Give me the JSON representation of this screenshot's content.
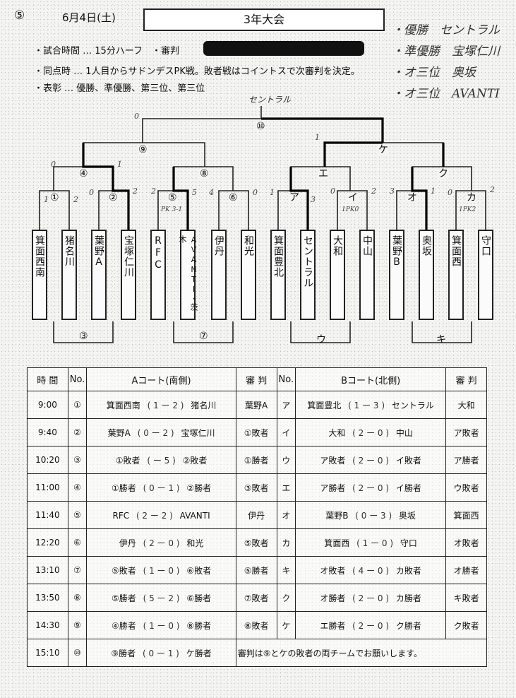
{
  "header": {
    "event_number": "⑤",
    "date": "6月4日(土)",
    "title": "3年大会",
    "rules": [
      "・試合時間 … 15分ハーフ　・審判",
      "・同点時 … 1人目からサドンデスPK戦。敗者戦はコイントスで次審判を決定。",
      "・表彰 … 優勝、準優勝、第三位、第三位"
    ]
  },
  "results_handwritten": [
    {
      "rank": "・優勝",
      "team": "セントラル"
    },
    {
      "rank": "・準優勝",
      "team": "宝塚仁川"
    },
    {
      "rank": "・オ三位",
      "team": "奥坂"
    },
    {
      "rank": "・オ三位",
      "team": "AVANTI"
    }
  ],
  "bracket": {
    "champion_note": "セントラル",
    "final_mark": "⑩",
    "semi_left": "⑨",
    "semi_right": "ケ",
    "qf_marks": [
      "④",
      "⑧",
      "エ",
      "ク"
    ],
    "r1_marks": [
      "①",
      "②",
      "⑤",
      "⑥",
      "ア",
      "イ",
      "オ",
      "カ"
    ],
    "teams": [
      "箕面西南",
      "猪名川",
      "葉野A",
      "宝塚仁川",
      "RFC",
      "AVANTI・茨木",
      "伊丹",
      "和光",
      "箕面豊北",
      "セントラル",
      "大和",
      "中山",
      "葉野B",
      "奥坂",
      "箕面西",
      "守口"
    ],
    "group_labels": [
      "③",
      "⑦",
      "ウ",
      "キ"
    ],
    "pk_notes": [
      "PK 3-1",
      "1PK0",
      "1PK2"
    ],
    "scores": [
      "1",
      "2",
      "0",
      "2",
      "2",
      "5",
      "4",
      "0",
      "1",
      "3",
      "0",
      "2",
      "3",
      "1",
      "0",
      "2",
      "0",
      "1",
      "0",
      "1"
    ]
  },
  "schedule": {
    "headers": {
      "time": "時 間",
      "no": "No.",
      "court_a": "Aコート(南側)",
      "ref_a": "審 判",
      "no_b": "No.",
      "court_b": "Bコート(北側)",
      "ref_b": "審 判"
    },
    "rows": [
      {
        "time": "9:00",
        "no_a": "①",
        "a_left": "箕面西南",
        "a_score": "( 1 ー 2 )",
        "a_right": "猪名川",
        "ref_a": "葉野A",
        "no_b": "ア",
        "b_left": "箕面豊北",
        "b_score": "( 1 ー 3 )",
        "b_right": "セントラル",
        "ref_b": "大和"
      },
      {
        "time": "9:40",
        "no_a": "②",
        "a_left": "葉野A",
        "a_score": "( 0 ー 2 )",
        "a_right": "宝塚仁川",
        "ref_a": "①敗者",
        "no_b": "イ",
        "b_left": "大和",
        "b_score": "( 2 ー 0 )",
        "b_right": "中山",
        "ref_b": "ア敗者"
      },
      {
        "time": "10:20",
        "no_a": "③",
        "a_left": "①敗者",
        "a_score": "( ー 5 )",
        "a_right": "②敗者",
        "ref_a": "①勝者",
        "no_b": "ウ",
        "b_left": "ア敗者",
        "b_score": "( 2 ー 0 )",
        "b_right": "イ敗者",
        "ref_b": "ア勝者"
      },
      {
        "time": "11:00",
        "no_a": "④",
        "a_left": "①勝者",
        "a_score": "( 0 ー 1 )",
        "a_right": "②勝者",
        "ref_a": "③敗者",
        "no_b": "エ",
        "b_left": "ア勝者",
        "b_score": "( 2 ー 0 )",
        "b_right": "イ勝者",
        "ref_b": "ウ敗者"
      },
      {
        "time": "11:40",
        "no_a": "⑤",
        "a_left": "RFC",
        "a_score": "( 2 ー 2 )",
        "a_right": "AVANTI",
        "ref_a": "伊丹",
        "no_b": "オ",
        "b_left": "葉野B",
        "b_score": "( 0 ー 3 )",
        "b_right": "奥坂",
        "ref_b": "箕面西"
      },
      {
        "time": "12:20",
        "no_a": "⑥",
        "a_left": "伊丹",
        "a_score": "( 2 ー 0 )",
        "a_right": "和光",
        "ref_a": "⑤敗者",
        "no_b": "カ",
        "b_left": "箕面西",
        "b_score": "( 1 ー 0 )",
        "b_right": "守口",
        "ref_b": "オ敗者"
      },
      {
        "time": "13:10",
        "no_a": "⑦",
        "a_left": "⑤敗者",
        "a_score": "( 1 ー 0 )",
        "a_right": "⑥敗者",
        "ref_a": "⑤勝者",
        "no_b": "キ",
        "b_left": "オ敗者",
        "b_score": "( 4 ー 0 )",
        "b_right": "カ敗者",
        "ref_b": "オ勝者"
      },
      {
        "time": "13:50",
        "no_a": "⑧",
        "a_left": "⑤勝者",
        "a_score": "( 5 ー 2 )",
        "a_right": "⑥勝者",
        "ref_a": "⑦敗者",
        "no_b": "ク",
        "b_left": "オ勝者",
        "b_score": "( 2 ー 0 )",
        "b_right": "カ勝者",
        "ref_b": "キ敗者"
      },
      {
        "time": "14:30",
        "no_a": "⑨",
        "a_left": "④勝者",
        "a_score": "( 1 ー 0 )",
        "a_right": "⑧勝者",
        "ref_a": "⑧敗者",
        "no_b": "ケ",
        "b_left": "エ勝者",
        "b_score": "( 2 ー 0 )",
        "b_right": "ク勝者",
        "ref_b": "ク敗者"
      }
    ],
    "final_row": {
      "time": "15:10",
      "no": "⑩",
      "left": "⑨勝者",
      "score": "( 0 ー 1 )",
      "right": "ケ勝者",
      "note": "審判は⑨とケの敗者の両チームでお願いします。"
    }
  }
}
